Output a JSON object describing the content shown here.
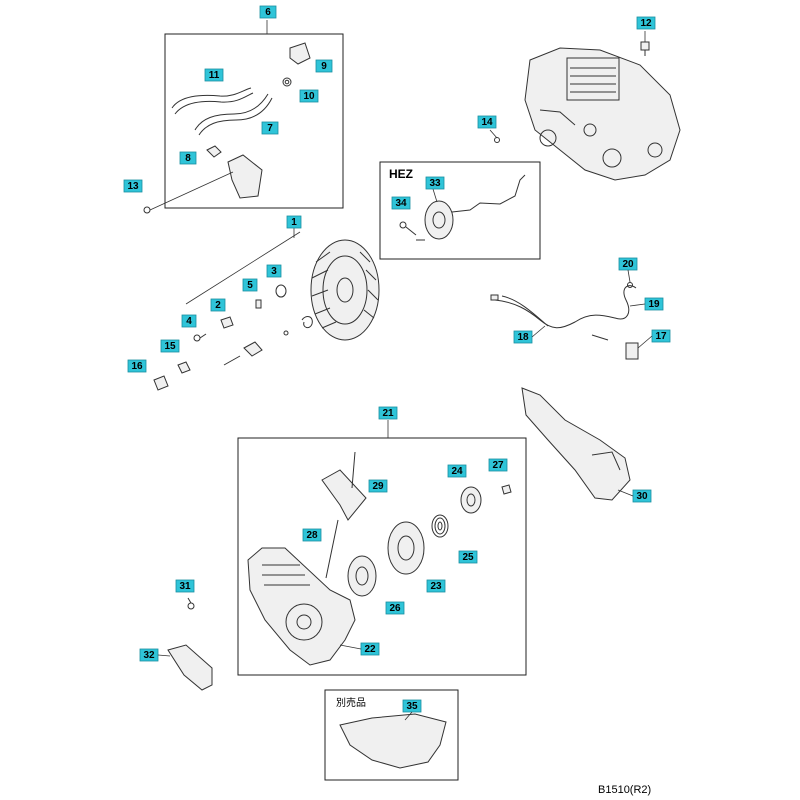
{
  "colors": {
    "tag_fill": "#2fc4d8",
    "tag_stroke": "#1a8fa0",
    "line": "#333333"
  },
  "labels": {
    "hez": "HEZ",
    "sold_separately": "別売品",
    "diagram_code": "B1510(R2)"
  },
  "callouts": [
    "1",
    "2",
    "3",
    "4",
    "5",
    "6",
    "7",
    "8",
    "9",
    "10",
    "11",
    "12",
    "13",
    "14",
    "15",
    "16",
    "17",
    "18",
    "19",
    "20",
    "21",
    "22",
    "23",
    "24",
    "25",
    "26",
    "27",
    "28",
    "29",
    "30",
    "31",
    "32",
    "33",
    "34",
    "35"
  ]
}
